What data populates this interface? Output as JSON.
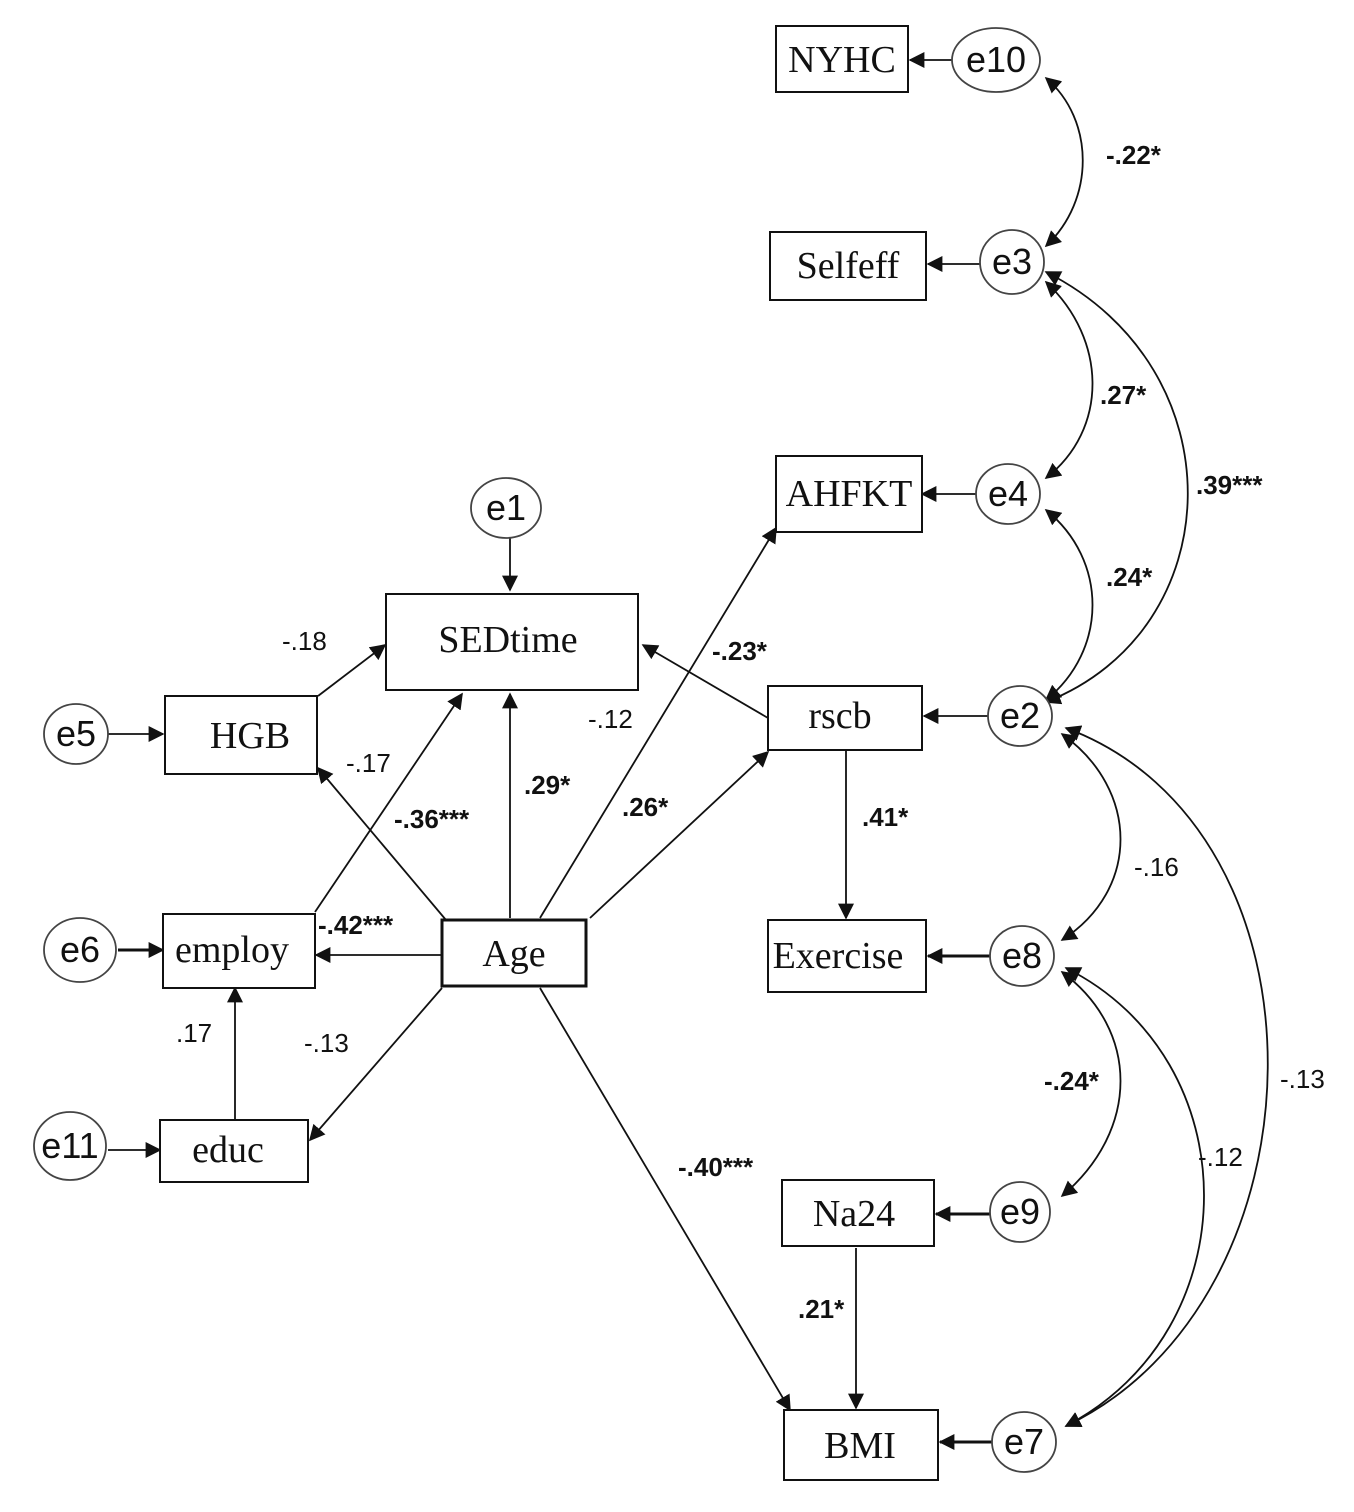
{
  "observed": {
    "nyhc": "NYHC",
    "selfeff": "Selfeff",
    "ahfkt": "AHFKT",
    "sedtime": "SEDtime",
    "hgb": "HGB",
    "rscb": "rscb",
    "employ": "employ",
    "age": "Age",
    "exercise": "Exercise",
    "educ": "educ",
    "na24": "Na24",
    "bmi": "BMI"
  },
  "errors": {
    "e1": "e1",
    "e2": "e2",
    "e3": "e3",
    "e4": "e4",
    "e5": "e5",
    "e6": "e6",
    "e7": "e7",
    "e8": "e8",
    "e9": "e9",
    "e10": "e10",
    "e11": "e11"
  },
  "paths": {
    "hgb_sedtime": "-.18",
    "rscb_sedtime": "-.23*",
    "age_ahfkt": "-.12",
    "age_hgb": "-.17",
    "employ_sedtime": "-.36***",
    "age_sedtime": ".29*",
    "age_rscb": ".26*",
    "rscb_exercise": ".41*",
    "age_employ": "-.42***",
    "educ_employ": ".17",
    "age_educ": "-.13",
    "age_bmi": "-.40***",
    "na24_bmi": ".21*"
  },
  "covariances": {
    "e10_e3": "-.22*",
    "e3_e4": ".27*",
    "e3_e2": ".39***",
    "e4_e2": ".24*",
    "e2_e8": "-.16",
    "e2_e7": "-.13",
    "e8_e9": "-.24*",
    "e8_e7": "-.12"
  }
}
